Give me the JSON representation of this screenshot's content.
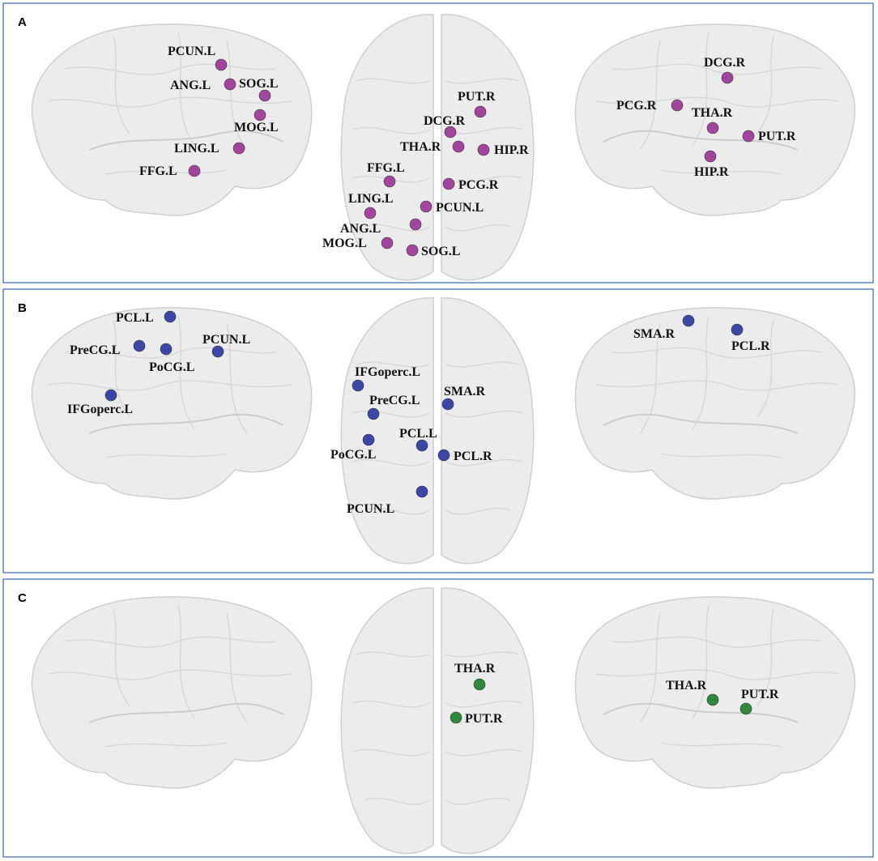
{
  "colors": {
    "frame": "#3a63b8",
    "panel_a_nodes": "#a3449e",
    "panel_b_nodes": "#3b47a6",
    "panel_c_nodes": "#2e8a3a",
    "brain_fill": "#ececec"
  },
  "panels": [
    {
      "letter": "A",
      "color_key": "panel_a_nodes",
      "views": [
        {
          "view": "left-lateral",
          "nodes": [
            "PCUN.L",
            "ANG.L",
            "SOG.L",
            "MOG.L",
            "LING.L",
            "FFG.L"
          ]
        },
        {
          "view": "dorsal",
          "nodes": [
            "PUT.R",
            "DCG.R",
            "THA.R",
            "HIP.R",
            "FFG.L",
            "PCG.R",
            "LING.L",
            "PCUN.L",
            "ANG.L",
            "MOG.L",
            "SOG.L"
          ]
        },
        {
          "view": "right-lateral",
          "nodes": [
            "DCG.R",
            "PCG.R",
            "THA.R",
            "PUT.R",
            "HIP.R"
          ]
        }
      ]
    },
    {
      "letter": "B",
      "color_key": "panel_b_nodes",
      "views": [
        {
          "view": "left-lateral",
          "nodes": [
            "PCL.L",
            "PreCG.L",
            "PoCG.L",
            "PCUN.L",
            "IFGoperc.L"
          ]
        },
        {
          "view": "dorsal",
          "nodes": [
            "IFGoperc.L",
            "PreCG.L",
            "SMA.R",
            "PCL.L",
            "PoCG.L",
            "PCL.R",
            "PCUN.L"
          ]
        },
        {
          "view": "right-lateral",
          "nodes": [
            "SMA.R",
            "PCL.R"
          ]
        }
      ]
    },
    {
      "letter": "C",
      "color_key": "panel_c_nodes",
      "views": [
        {
          "view": "left-lateral",
          "nodes": []
        },
        {
          "view": "dorsal",
          "nodes": [
            "THA.R",
            "PUT.R"
          ]
        },
        {
          "view": "right-lateral",
          "nodes": [
            "THA.R",
            "PUT.R"
          ]
        }
      ]
    }
  ]
}
